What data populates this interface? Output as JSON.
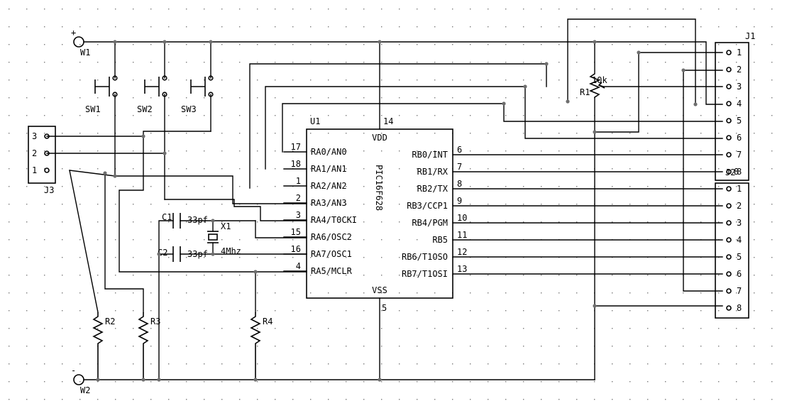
{
  "terminals": {
    "w1": "W1",
    "w1_sign": "+",
    "w2": "W2",
    "w2_sign": "-"
  },
  "switches": {
    "sw1": "SW1",
    "sw2": "SW2",
    "sw3": "SW3"
  },
  "j3": {
    "ref": "J3",
    "pins": [
      "3",
      "2",
      "1"
    ]
  },
  "u1": {
    "ref": "U1",
    "part": "PIC16F628",
    "vdd": "VDD",
    "vss": "VSS",
    "vdd_pin": "14",
    "vss_pin": "5",
    "left_pins": [
      {
        "num": "17",
        "name": "RA0/AN0"
      },
      {
        "num": "18",
        "name": "RA1/AN1"
      },
      {
        "num": "1",
        "name": "RA2/AN2"
      },
      {
        "num": "2",
        "name": "RA3/AN3"
      },
      {
        "num": "3",
        "name": "RA4/T0CKI"
      },
      {
        "num": "15",
        "name": "RA6/OSC2"
      },
      {
        "num": "16",
        "name": "RA7/OSC1"
      },
      {
        "num": "4",
        "name": "RA5/MCLR"
      }
    ],
    "right_pins": [
      {
        "num": "6",
        "name": "RB0/INT"
      },
      {
        "num": "7",
        "name": "RB1/RX"
      },
      {
        "num": "8",
        "name": "RB2/TX"
      },
      {
        "num": "9",
        "name": "RB3/CCP1"
      },
      {
        "num": "10",
        "name": "RB4/PGM"
      },
      {
        "num": "11",
        "name": "RB5"
      },
      {
        "num": "12",
        "name": "RB6/T1OSO"
      },
      {
        "num": "13",
        "name": "RB7/T1OSI"
      }
    ]
  },
  "caps": {
    "c1": "C1",
    "c1_val": "33pf",
    "c2": "C2",
    "c2_val": "33pf"
  },
  "crystal": {
    "ref": "X1",
    "val": "4Mhz"
  },
  "resistors": {
    "r1": "R1",
    "r1_val": "10k",
    "r2": "R2",
    "r3": "R3",
    "r4": "R4"
  },
  "j1": {
    "ref": "J1",
    "pins": [
      "1",
      "2",
      "3",
      "4",
      "5",
      "6",
      "7",
      "8"
    ]
  },
  "j2": {
    "ref": "J2",
    "pins": [
      "8",
      "1",
      "2",
      "3",
      "4",
      "5",
      "6",
      "7",
      "8"
    ]
  }
}
